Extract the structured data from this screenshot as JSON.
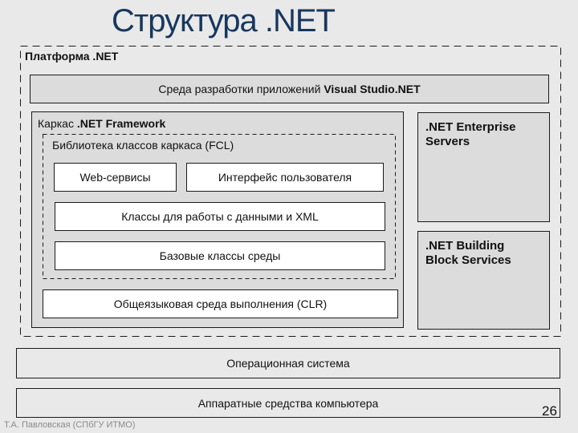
{
  "page": {
    "title": "Структура .NET",
    "footer_credit": "Т.А. Павловская (СПбГУ ИТМО)",
    "page_number": "26"
  },
  "diagram": {
    "platform": {
      "label": "Платформа .NET"
    },
    "vs_box": {
      "text_normal": "Среда разработки приложений",
      "text_bold": "Visual Studio.NET"
    },
    "framework": {
      "label_normal": "Каркас",
      "label_bold": ".NET Framework"
    },
    "fcl": {
      "label": "Библиотека классов каркаса (FCL)"
    },
    "web_box": {
      "label": "Web-сервисы"
    },
    "ui_box": {
      "label": "Интерфейс пользователя"
    },
    "xml_box": {
      "label": "Классы для работы с данными и XML"
    },
    "base_box": {
      "label": "Базовые классы среды"
    },
    "clr_box": {
      "label": "Общеязыковая среда выполнения (CLR)"
    },
    "enterprise_box": {
      "label": ".NET Enterprise Servers"
    },
    "building_box": {
      "label": ".NET Building Block Services"
    },
    "os_box": {
      "label": "Операционная система"
    },
    "hw_box": {
      "label": "Аппаратные средства компьютера"
    }
  },
  "colors": {
    "title_text": "#17375E",
    "background": "#E9E9E9",
    "box_fill_gray": "#DCDCDC",
    "box_fill_white": "#FFFFFF",
    "border": "#1A1A1A",
    "footer_text": "#8A8A8A"
  }
}
